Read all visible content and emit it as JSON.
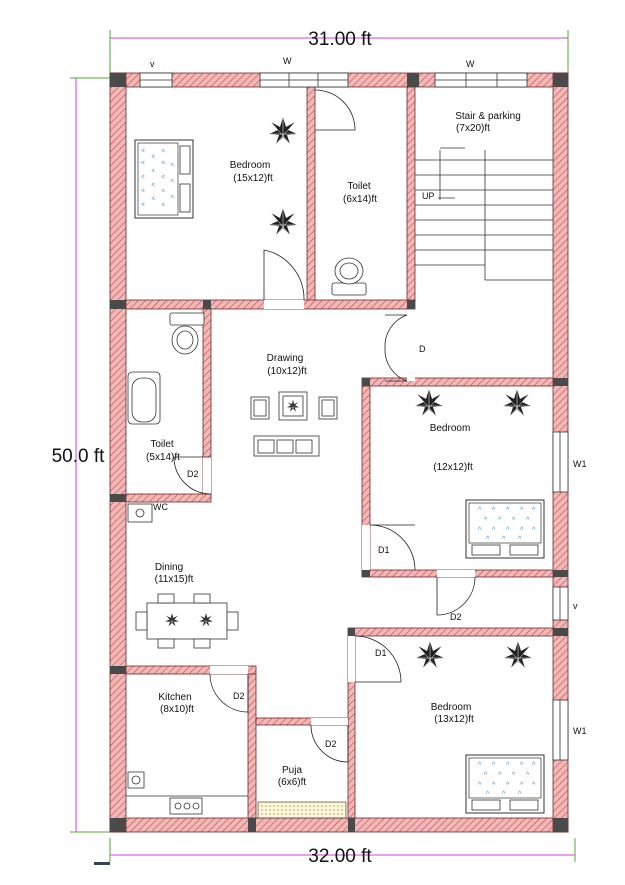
{
  "dimensions": {
    "top_width": "31.00 ft",
    "bottom_width": "32.00 ft",
    "left_height": "50.0 ft"
  },
  "rooms": {
    "bedroom_top": {
      "name": "Bedroom",
      "size": "(15x12)ft"
    },
    "toilet_top": {
      "name": "Toilet",
      "size": "(6x14)ft"
    },
    "stair": {
      "name": "Stair & parking",
      "size": "(7x20)ft",
      "up": "UP"
    },
    "toilet_left": {
      "name": "Toilet",
      "size": "(5x14)ft"
    },
    "drawing": {
      "name": "Drawing",
      "size": "(10x12)ft"
    },
    "bedroom_mid": {
      "name": "Bedroom",
      "size": "(12x12)ft"
    },
    "dining": {
      "name": "Dining",
      "size": "(11x15)ft"
    },
    "kitchen": {
      "name": "Kitchen",
      "size": "(8x10)ft"
    },
    "puja": {
      "name": "Puja",
      "size": "(6x6)ft"
    },
    "bedroom_bottom": {
      "name": "Bedroom",
      "size": "(13x12)ft"
    }
  },
  "openings": {
    "v_top": "v",
    "w_top_1": "W",
    "w_top_2": "W",
    "d_drawing": "D",
    "d2_toilet": "D2",
    "wc": "WC",
    "w1_mid": "W1",
    "d1_mid": "D1",
    "d2_passage": "D2",
    "v_right": "v",
    "d1_bottom": "D1",
    "d2_kitchen": "D2",
    "d2_puja": "D2",
    "w1_bottom": "W1"
  },
  "colors": {
    "wall_fill": "#f2b8b8",
    "wall_hatch": "#c0484c",
    "column": "#4a4a4a",
    "dim_line": "#cc44cc",
    "ext_line": "#55aa33"
  }
}
